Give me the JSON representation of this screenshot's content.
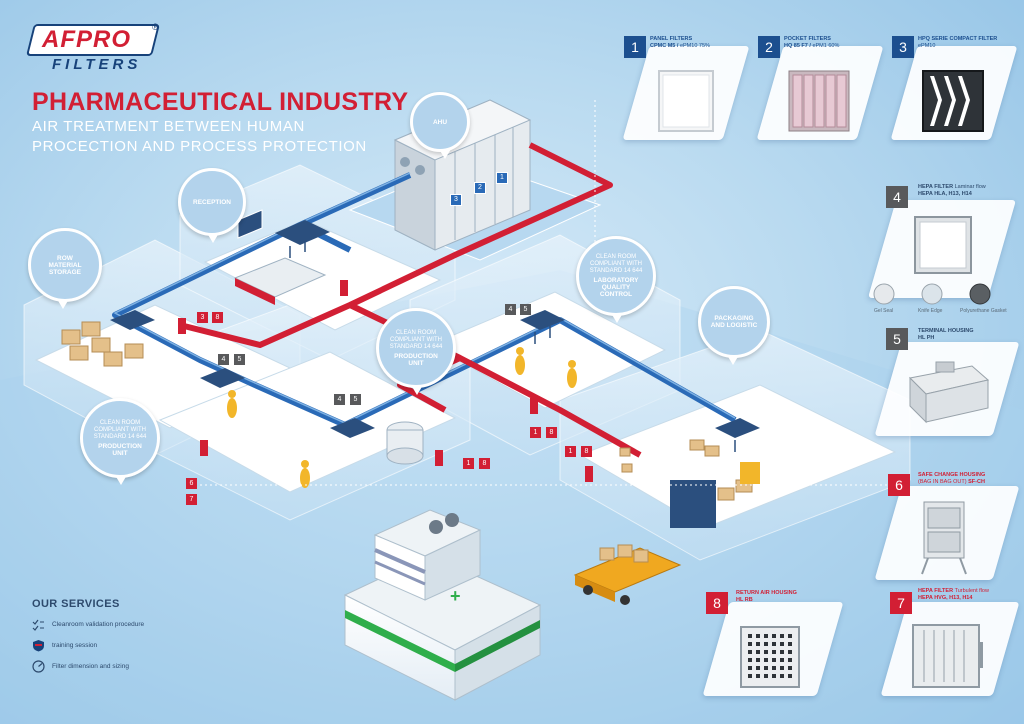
{
  "brand": {
    "name": "AFPRO",
    "sub": "FILTERS",
    "reg": "®"
  },
  "title": "PHARMACEUTICAL INDUSTRY",
  "subtitle": "AIR TREATMENT BETWEEN HUMAN PROCECTION AND PROCESS PROTECTION",
  "bubbles": {
    "ahu": "AHU",
    "reception": "RECEPTION",
    "storage": "ROW MATERIAL STORAGE",
    "cleanroom_left_thin": "CLEAN ROOM COMPLIANT WITH STANDARD 14 644",
    "cleanroom_left_bold": "PRODUCTION UNIT",
    "cleanroom_mid_thin": "CLEAN ROOM COMPLIANT WITH STANDARD 14 644",
    "cleanroom_mid_bold": "PRODUCTION UNIT",
    "cleanroom_lab_thin": "CLEAN ROOM COMPLIANT WITH STANDARD 14 644",
    "cleanroom_lab_bold": "LABORATORY QUALITY CONTROL",
    "packaging": "PACKAGING AND LOGISTIC"
  },
  "badges": {
    "ahu": [
      "1",
      "2",
      "3"
    ],
    "reception": [
      "3",
      "8"
    ],
    "lab": [
      "4",
      "5"
    ],
    "left_unit": [
      "4",
      "5"
    ],
    "mid_unit": [
      "4",
      "5"
    ],
    "return_a": [
      "1",
      "8"
    ],
    "return_b": [
      "1",
      "8"
    ],
    "return_c": [
      "1",
      "8"
    ],
    "exhaust": [
      "6",
      "7"
    ]
  },
  "cards": [
    {
      "num": "1",
      "line1": "PANEL FILTERS",
      "line2a": "CPMC M5 / ",
      "line2b": "ePM10 75%"
    },
    {
      "num": "2",
      "line1": "POCKET FILTERS",
      "line2a": "HQ 85 F7 / ",
      "line2b": "ePM1 60%"
    },
    {
      "num": "3",
      "line1": "HPQ SERIE COMPACT FILTER",
      "line2a": "",
      "line2b": "ePM10"
    },
    {
      "num": "4",
      "line1a": "HEPA FILTER ",
      "line1b": "Laminar flow",
      "line2": "HEPA HLA, H13, H14",
      "seals": [
        "Gel Seal",
        "Knife Edge",
        "Polyurethane Gasket"
      ]
    },
    {
      "num": "5",
      "line1": "TERMINAL HOUSING",
      "line2": "HL PH"
    },
    {
      "num": "6",
      "line1": "SAFE CHANGE HOUSING",
      "line2a": "(BAG IN BAG OUT) ",
      "line2b": "SF-CH"
    },
    {
      "num": "7",
      "line1a": "HEPA FILTER ",
      "line1b": "Turbulent flow",
      "line2": "HEPA HVG, H13, H14"
    },
    {
      "num": "8",
      "line1": "RETURN AIR HOUSING",
      "line2": "HL RB"
    }
  ],
  "services": {
    "heading": "OUR SERVICES",
    "items": [
      "Cleanroom validation procedure",
      "training session",
      "Filter dimension and sizing"
    ]
  },
  "colors": {
    "brand_red": "#d21f34",
    "brand_blue": "#17427a",
    "supply_duct": "#2a6ab7",
    "return_duct": "#d21f34",
    "badge_grey": "#58595b"
  }
}
